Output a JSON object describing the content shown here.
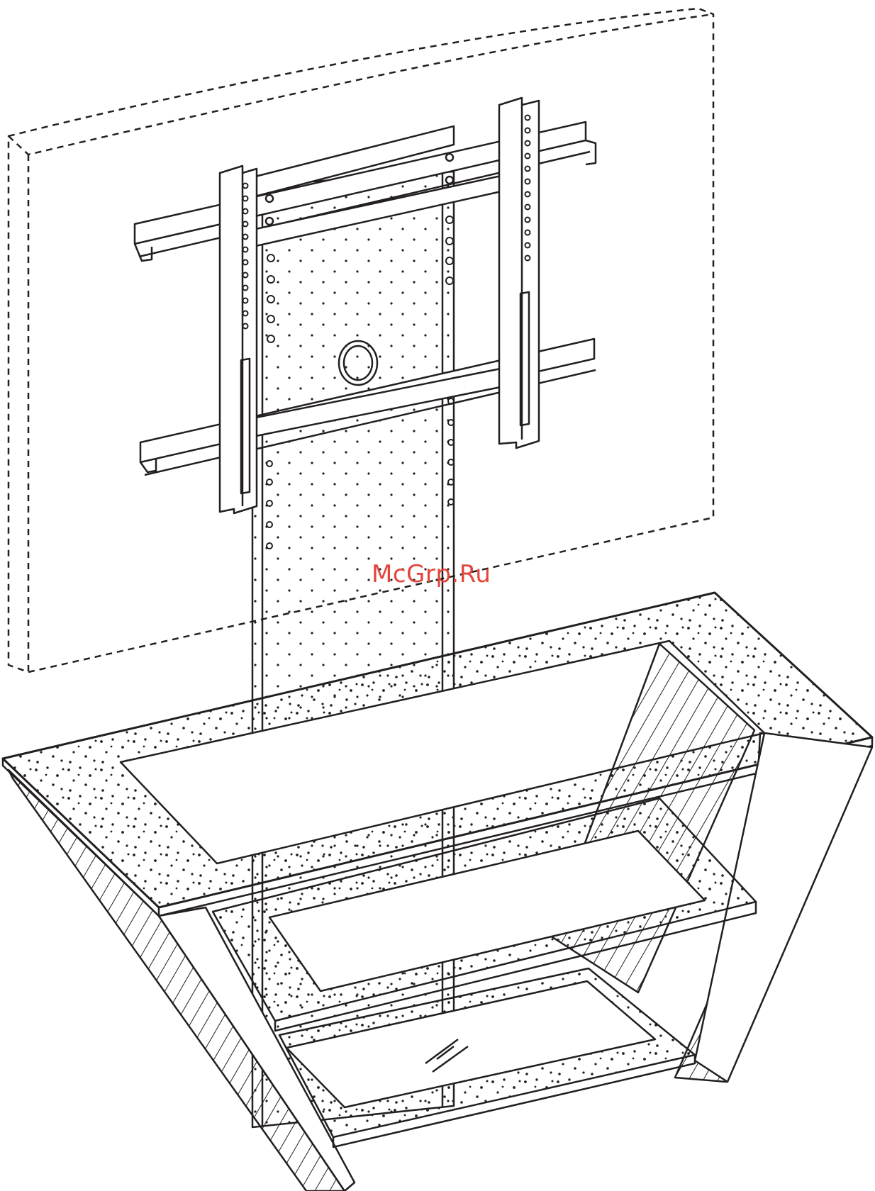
{
  "watermark": {
    "text": "McGrp.Ru",
    "color": "#e2453c"
  },
  "drawing": {
    "line_color": "#231f20",
    "background": "#ffffff",
    "parts": [
      "tv-outline-dashed",
      "wall-mount-bracket",
      "back-panel",
      "top-glass-shelf",
      "middle-glass-shelf",
      "bottom-glass-shelf",
      "left-side-panel",
      "right-side-panel"
    ]
  }
}
